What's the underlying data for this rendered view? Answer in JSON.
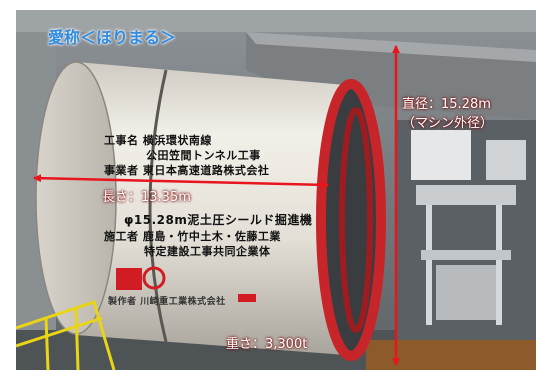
{
  "nickname_label": "愛称＜ほりまる＞",
  "dimensions": {
    "length": "長さ：13.35m",
    "diameter": "直径：15.28m",
    "diameter_note": "（マシン外径）",
    "weight": "重さ：3,300t"
  },
  "machine_markings": {
    "line1": "工事名 横浜環状南線",
    "line2": "公田笠間トンネル工事",
    "line3": "事業者 東日本高速道路株式会社",
    "line4": "φ15.28m泥土圧シールド掘進機",
    "line5": "施工者 鹿島・竹中土木・佐藤工業",
    "line6": "特定建設工事共同企業体",
    "maker": "製作者 川崎重工業株式会社"
  },
  "colors": {
    "nickname": "#2f8be0",
    "dimension_arrow": "#e8141e",
    "shell": "#e6e3dc",
    "cutter_ring": "#c8252b"
  }
}
